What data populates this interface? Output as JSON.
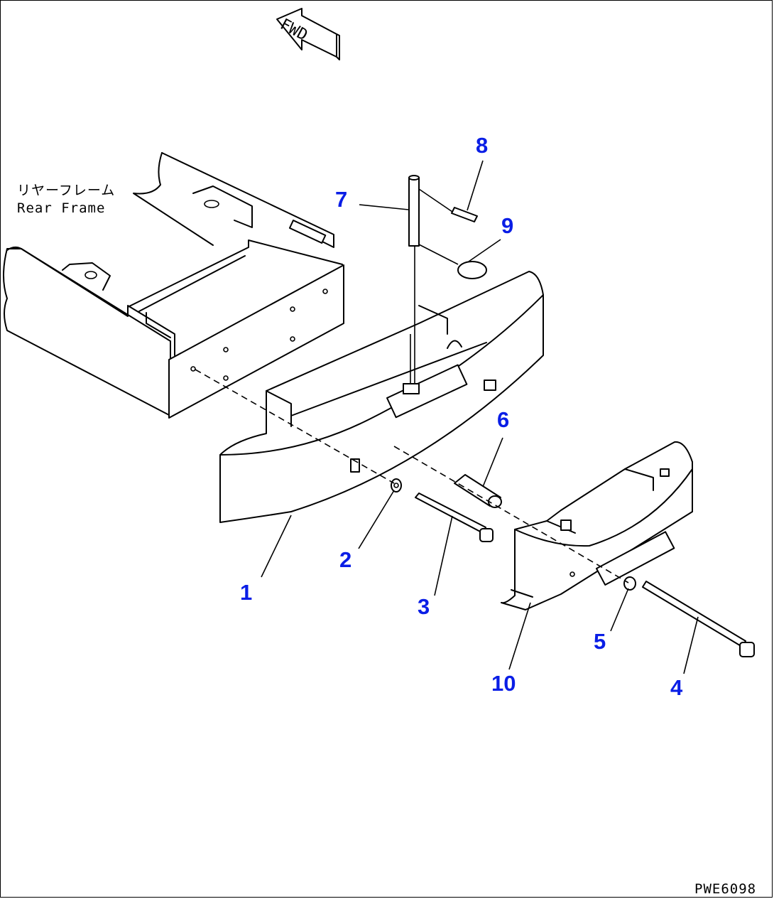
{
  "direction_label": "FWD",
  "frame_label_jp": "リヤーフレーム",
  "frame_label_en": "Rear Frame",
  "drawing_code": "PWE6098",
  "callout_color": "#0a1ee6",
  "callouts": [
    "1",
    "2",
    "3",
    "4",
    "5",
    "6",
    "7",
    "8",
    "9",
    "10"
  ]
}
